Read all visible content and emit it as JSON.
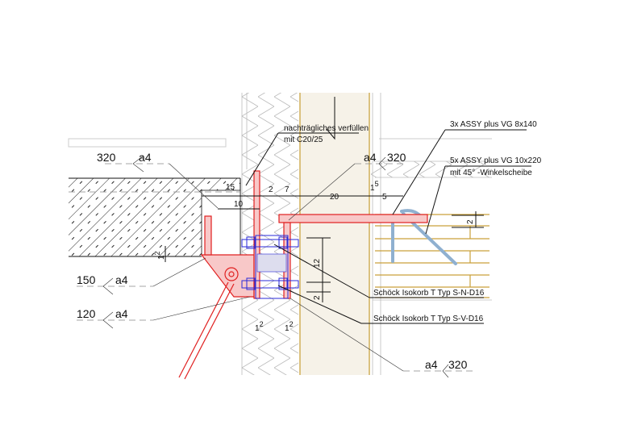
{
  "callouts": {
    "fill_note_line1": "nachträgliches verfüllen",
    "fill_note_line2": "mit C20/25",
    "screw_note_1": "3x ASSY plus VG 8x140",
    "screw_note_2_line1": "5x ASSY plus VG 10x220",
    "screw_note_2_line2": "mit 45° -Winkelscheibe",
    "isokorb_n": "Schöck Isokorb T Typ S-N-D16",
    "isokorb_v": "Schöck Isokorb T Typ S-V-D16"
  },
  "welds": [
    {
      "length": "320",
      "throat": "a4"
    },
    {
      "length": "320",
      "throat": "a4"
    },
    {
      "length": "150",
      "throat": "a4"
    },
    {
      "length": "120",
      "throat": "a4"
    },
    {
      "length": "320",
      "throat": "a4"
    }
  ],
  "dimensions": {
    "d15": "15",
    "d10": "10",
    "d2a": "2",
    "d7": "7",
    "d20": "20",
    "d1_5": "1",
    "d1_5_sup": "5",
    "d5": "5",
    "d12": "12",
    "d2b": "2",
    "d2c": "2",
    "d1_2a": "1",
    "d1_2a_sup": "2",
    "d1_2b": "1",
    "d1_2b_sup": "2",
    "d1_2c": "1",
    "d1_2c_sup": "2"
  },
  "colors": {
    "steel": "#e02020",
    "connector": "#2a2ad8",
    "timber": "#c9a13a",
    "screw": "#8fb0d0",
    "wall": "#f6f2e8"
  }
}
